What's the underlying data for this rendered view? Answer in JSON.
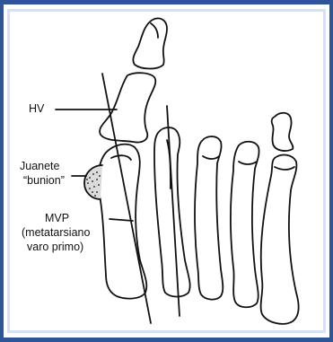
{
  "colors": {
    "frame": "#2f5597",
    "frame_inner": "#d6e1f1",
    "ink": "#111111",
    "background": "#ffffff"
  },
  "labels": {
    "hv": "HV",
    "bunion_line1": "Juanete",
    "bunion_line2": "“bunion”",
    "mvp_line1": "MVP",
    "mvp_line2": "(metatarsiano",
    "mvp_line3": "varo primo)"
  }
}
